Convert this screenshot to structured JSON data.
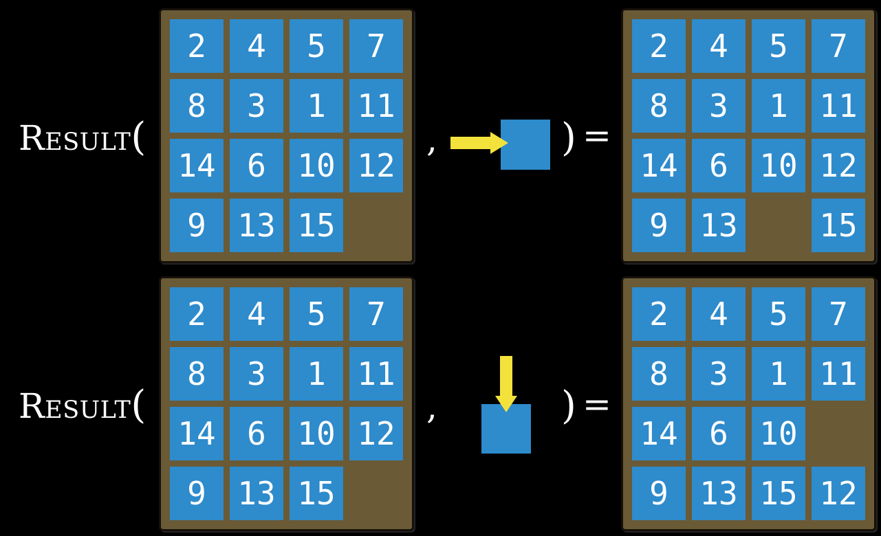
{
  "equation": {
    "function_label": "Result",
    "open_paren": "(",
    "comma": ",",
    "close_paren": ")",
    "equals": "="
  },
  "colors": {
    "background": "#000000",
    "tile_blue": "#2e8bcc",
    "board_brown": "#6a5a36",
    "board_border": "#15100a",
    "arrow_yellow": "#f3e23b",
    "text_white": "#ffffff"
  },
  "rows": [
    {
      "id": "move-right",
      "action": {
        "icon": "arrow-right-icon",
        "direction": "right"
      },
      "input_board": [
        [
          2,
          4,
          5,
          7
        ],
        [
          8,
          3,
          1,
          11
        ],
        [
          14,
          6,
          10,
          12
        ],
        [
          9,
          13,
          15,
          null
        ]
      ],
      "output_board": [
        [
          2,
          4,
          5,
          7
        ],
        [
          8,
          3,
          1,
          11
        ],
        [
          14,
          6,
          10,
          12
        ],
        [
          9,
          13,
          null,
          15
        ]
      ]
    },
    {
      "id": "move-down",
      "action": {
        "icon": "arrow-down-icon",
        "direction": "down"
      },
      "input_board": [
        [
          2,
          4,
          5,
          7
        ],
        [
          8,
          3,
          1,
          11
        ],
        [
          14,
          6,
          10,
          12
        ],
        [
          9,
          13,
          15,
          null
        ]
      ],
      "output_board": [
        [
          2,
          4,
          5,
          7
        ],
        [
          8,
          3,
          1,
          11
        ],
        [
          14,
          6,
          10,
          null
        ],
        [
          9,
          13,
          15,
          12
        ]
      ]
    }
  ]
}
